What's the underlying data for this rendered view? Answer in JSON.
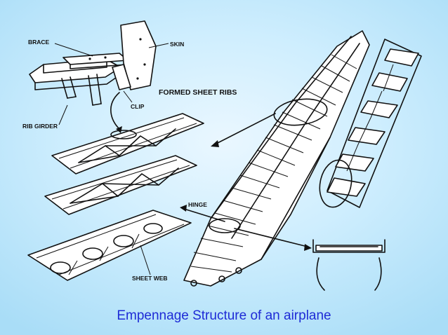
{
  "caption": "Empennage Structure of an airplane",
  "labels": {
    "brace": "BRACE",
    "skin": "SKIN",
    "clip": "CLIP",
    "rib_girder": "RIB GIRDER",
    "formed_sheet_ribs": "FORMED SHEET RIBS",
    "hinge": "HINGE",
    "sheet_web": "SHEET WEB"
  },
  "colors": {
    "background": "#cfeefe",
    "caption": "#1e2bd6",
    "linework": "#111111"
  }
}
